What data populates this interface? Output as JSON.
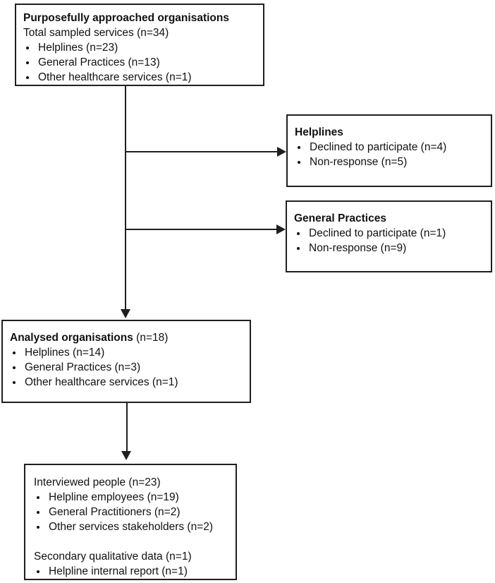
{
  "colors": {
    "background": "#ffffff",
    "line": "#1f1f1f",
    "text": "#111111"
  },
  "nodes": {
    "approached": {
      "title": "Purposefully approached organisations",
      "subtitle": "Total sampled services (n=34)",
      "items": [
        "Helplines (n=23)",
        "General Practices (n=13)",
        "Other healthcare services (n=1)"
      ]
    },
    "helplines_declined": {
      "title": "Helplines",
      "items": [
        "Declined to participate (n=4)",
        "Non-response (n=5)"
      ]
    },
    "general_practices_declined": {
      "title": "General Practices",
      "items": [
        "Declined to participate (n=1)",
        "Non-response (n=9)"
      ]
    },
    "analysed": {
      "title": "Analysed organisations",
      "count_suffix": " (n=18)",
      "items": [
        "Helplines (n=14)",
        "General Practices (n=3)",
        "Other healthcare services (n=1)"
      ]
    },
    "interviewed": {
      "title": "Interviewed people (n=23)",
      "items": [
        "Helpline employees (n=19)",
        "General Practitioners (n=2)",
        "Other services stakeholders (n=2)"
      ],
      "secondary_title": "Secondary qualitative data (n=1)",
      "secondary_items": [
        "Helpline internal report (n=1)"
      ]
    }
  }
}
